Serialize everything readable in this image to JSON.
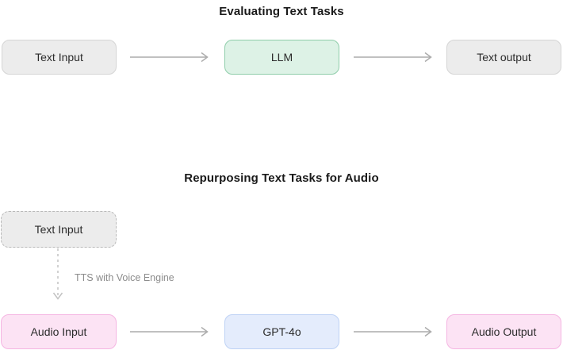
{
  "colors": {
    "background": "#ffffff",
    "box_gray_fill": "#ececec",
    "box_gray_border": "#d5d5d5",
    "box_green_fill": "#ddf2e6",
    "box_green_border": "#8fcdaa",
    "box_blue_fill": "#e4ecfc",
    "box_blue_border": "#bed2f5",
    "box_pink_fill": "#fce3f4",
    "box_pink_border": "#f5b5e2",
    "arrow": "#ababab",
    "title_text": "#1a1a1a",
    "label_text": "#2b2b2b",
    "edge_label_text": "#8c8c8c"
  },
  "sections": [
    {
      "title": "Evaluating Text Tasks",
      "nodes": [
        {
          "label": "Text Input"
        },
        {
          "label": "LLM"
        },
        {
          "label": "Text output"
        }
      ]
    },
    {
      "title": "Repurposing Text Tasks for Audio",
      "nodes": [
        {
          "label": "Text Input"
        },
        {
          "label": "Audio Input"
        },
        {
          "label": "GPT-4o"
        },
        {
          "label": "Audio Output"
        }
      ],
      "edge_label": "TTS with Voice Engine"
    }
  ]
}
